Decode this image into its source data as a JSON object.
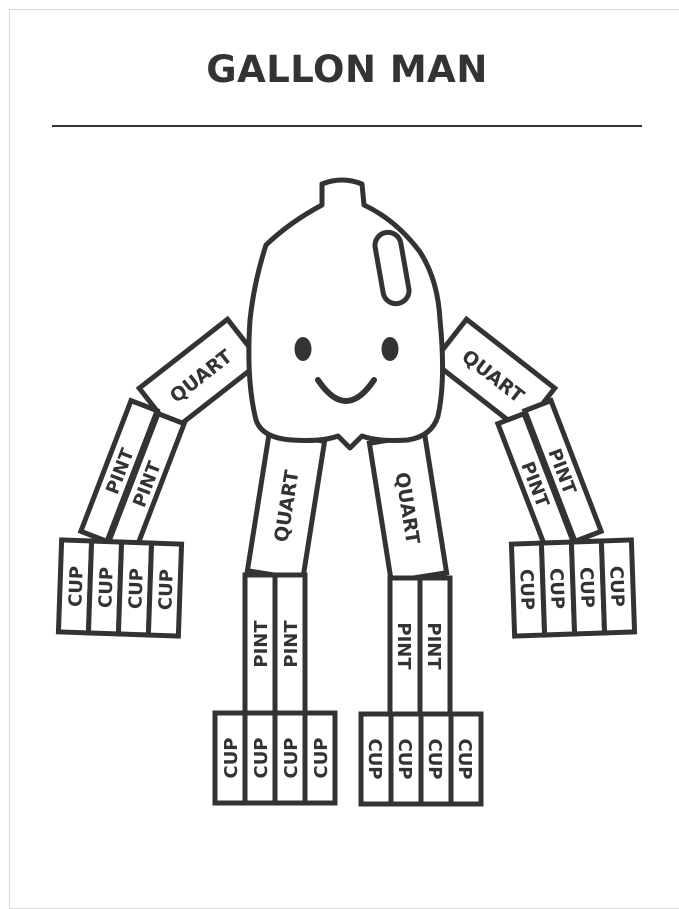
{
  "title": "GALLON MAN",
  "labels": {
    "quart": "QUART",
    "pint": "PINT",
    "cup": "CUP"
  },
  "colors": {
    "ink": "#333333",
    "rule": "#333333",
    "background": "#ffffff"
  }
}
